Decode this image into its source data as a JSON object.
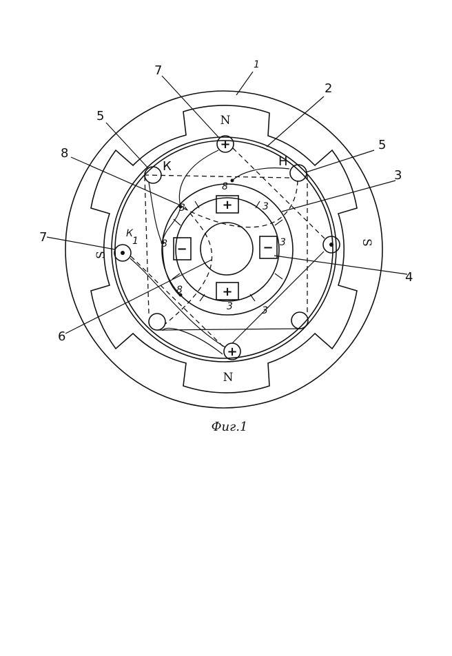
{
  "labels": {
    "part_1": "1",
    "part_2": "2",
    "part_3": "3",
    "part_4": "4",
    "part_5_left": "5",
    "part_5_right": "5",
    "part_6": "6",
    "part_7_top": "7",
    "part_7_left": "7",
    "part_8": "8"
  },
  "poles": {
    "top": "N",
    "bottom": "N",
    "left": "S",
    "right": "S"
  },
  "winding_marks": {
    "k_top": "К",
    "h_top": "Н",
    "k_left": "К",
    "k_left_sub": "1"
  },
  "commutator": {
    "plus_top": "+",
    "plus_bottom": "+",
    "minus_left": "−",
    "minus_right": "−",
    "seg_8_top": "8",
    "seg_3_top_left": "3",
    "seg_3_top_right": "3",
    "seg_8_left": "8",
    "seg_3_right": "3",
    "seg_8_bottom": "8",
    "seg_3_bottom": "3",
    "seg_3_bottom_right": "3"
  },
  "terminals": {
    "top": "+",
    "bottom": "+"
  },
  "caption": "Фиг.1"
}
